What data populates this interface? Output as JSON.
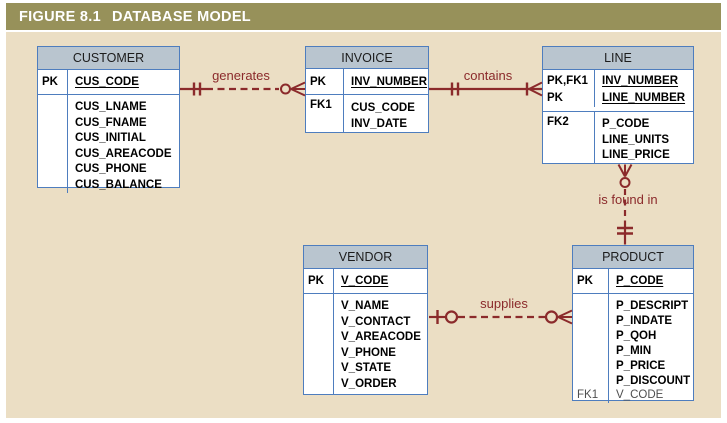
{
  "figure": {
    "label": "FIGURE 8.1",
    "title": "DATABASE MODEL"
  },
  "colors": {
    "title_bar": "#97915A",
    "canvas": "#EBDEC4",
    "entity_border": "#4E7DBE",
    "entity_header_fill": "#B9C5CF",
    "relationship": "#8B2A2B",
    "attribute_text": "#000000",
    "muted_fk_text": "#4F4F4F"
  },
  "entities": {
    "customer": {
      "title": "CUSTOMER",
      "pk_label": "PK",
      "pk_attr": "CUS_CODE",
      "attrs": [
        "CUS_LNAME",
        "CUS_FNAME",
        "CUS_INITIAL",
        "CUS_AREACODE",
        "CUS_PHONE",
        "CUS_BALANCE"
      ]
    },
    "invoice": {
      "title": "INVOICE",
      "pk_label": "PK",
      "pk_attr": "INV_NUMBER",
      "fk_label": "FK1",
      "attrs": [
        "CUS_CODE",
        "INV_DATE"
      ]
    },
    "line": {
      "title": "LINE",
      "key_labels": [
        "PK,FK1",
        "PK"
      ],
      "key_attrs": [
        "INV_NUMBER",
        "LINE_NUMBER"
      ],
      "fk_label": "FK2",
      "attrs": [
        "P_CODE",
        "LINE_UNITS",
        "LINE_PRICE"
      ]
    },
    "vendor": {
      "title": "VENDOR",
      "pk_label": "PK",
      "pk_attr": "V_CODE",
      "attrs": [
        "V_NAME",
        "V_CONTACT",
        "V_AREACODE",
        "V_PHONE",
        "V_STATE",
        "V_ORDER"
      ]
    },
    "product": {
      "title": "PRODUCT",
      "pk_label": "PK",
      "pk_attr": "P_CODE",
      "attrs": [
        "P_DESCRIPT",
        "P_INDATE",
        "P_QOH",
        "P_MIN",
        "P_PRICE",
        "P_DISCOUNT"
      ],
      "fk_label": "FK1",
      "fk_attr": "V_CODE"
    }
  },
  "relationships": [
    {
      "label": "generates",
      "between": [
        "CUSTOMER",
        "INVOICE"
      ],
      "line_style": "dashed",
      "cardinality_at_customer": "one and only one",
      "cardinality_at_invoice": "zero or many"
    },
    {
      "label": "contains",
      "between": [
        "INVOICE",
        "LINE"
      ],
      "line_style": "solid",
      "cardinality_at_invoice": "one and only one",
      "cardinality_at_line": "one or many"
    },
    {
      "label": "is found in",
      "between": [
        "LINE",
        "PRODUCT"
      ],
      "line_style": "dashed",
      "cardinality_at_line": "zero or many",
      "cardinality_at_product": "one and only one"
    },
    {
      "label": "supplies",
      "between": [
        "VENDOR",
        "PRODUCT"
      ],
      "line_style": "dashed",
      "cardinality_at_vendor": "zero or one",
      "cardinality_at_product": "zero or many"
    }
  ]
}
